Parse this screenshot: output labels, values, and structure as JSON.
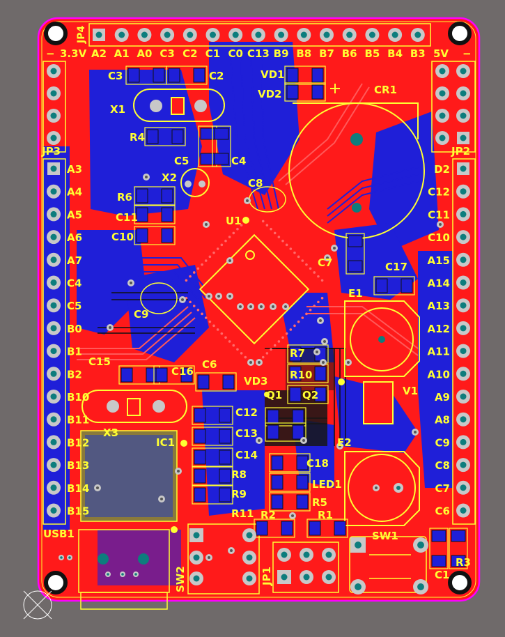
{
  "colors": {
    "background": "#6f6a6a",
    "board": "#ff1a1a",
    "bottom_copper": "#1f1fd8",
    "silkscreen": "#ffff33",
    "pad": "#c8c8c8",
    "drill": "#0d7d7d",
    "board_outline": "#ff00ff"
  },
  "headers": {
    "top": {
      "name": "JP4",
      "labels": [
        "A2",
        "A1",
        "A0",
        "C3",
        "C2",
        "C1",
        "C0",
        "C13",
        "B9",
        "B8",
        "B7",
        "B6",
        "B5",
        "B4",
        "B3"
      ],
      "left_extra": "3.3V",
      "right_extra": "5V",
      "minus_left": "−",
      "minus_right": "−"
    },
    "left": {
      "name": "JP3",
      "labels": [
        "A3",
        "A4",
        "A5",
        "A6",
        "A7",
        "C4",
        "C5",
        "B0",
        "B1",
        "B2",
        "B10",
        "B11",
        "B12",
        "B13",
        "B14",
        "B15"
      ]
    },
    "right": {
      "name": "JP2",
      "labels": [
        "D2",
        "C12",
        "C11",
        "C10",
        "A15",
        "A14",
        "A13",
        "A12",
        "A11",
        "A10",
        "A9",
        "A8",
        "C9",
        "C8",
        "C7",
        "C6"
      ]
    }
  },
  "components": {
    "C3": "C3",
    "C2": "C2",
    "X1": "X1",
    "R4": "R4",
    "C5": "C5",
    "C4": "C4",
    "X2": "X2",
    "R6": "R6",
    "C11": "C11",
    "C10": "C10",
    "C8": "C8",
    "U1": "U1",
    "VD1": "VD1",
    "VD2": "VD2",
    "CR1": "CR1",
    "C7": "C7",
    "C17": "C17",
    "E1": "E1",
    "C9": "C9",
    "C15": "C15",
    "C16": "C16",
    "C6": "C6",
    "R7": "R7",
    "R10": "R10",
    "VD3": "VD3",
    "Q1": "Q1",
    "Q2": "Q2",
    "V1": "V1",
    "X3": "X3",
    "IC1": "IC1",
    "C12": "C12",
    "C13": "C13",
    "C14": "C14",
    "C18": "C18",
    "E2": "E2",
    "R8": "R8",
    "R9": "R9",
    "LED1": "LED1",
    "R5": "R5",
    "R11": "R11",
    "R2": "R2",
    "R1": "R1",
    "USB1": "USB1",
    "SW2": "SW2",
    "JP1": "JP1",
    "SW1": "SW1",
    "R3": "R3",
    "C1": "C1"
  }
}
